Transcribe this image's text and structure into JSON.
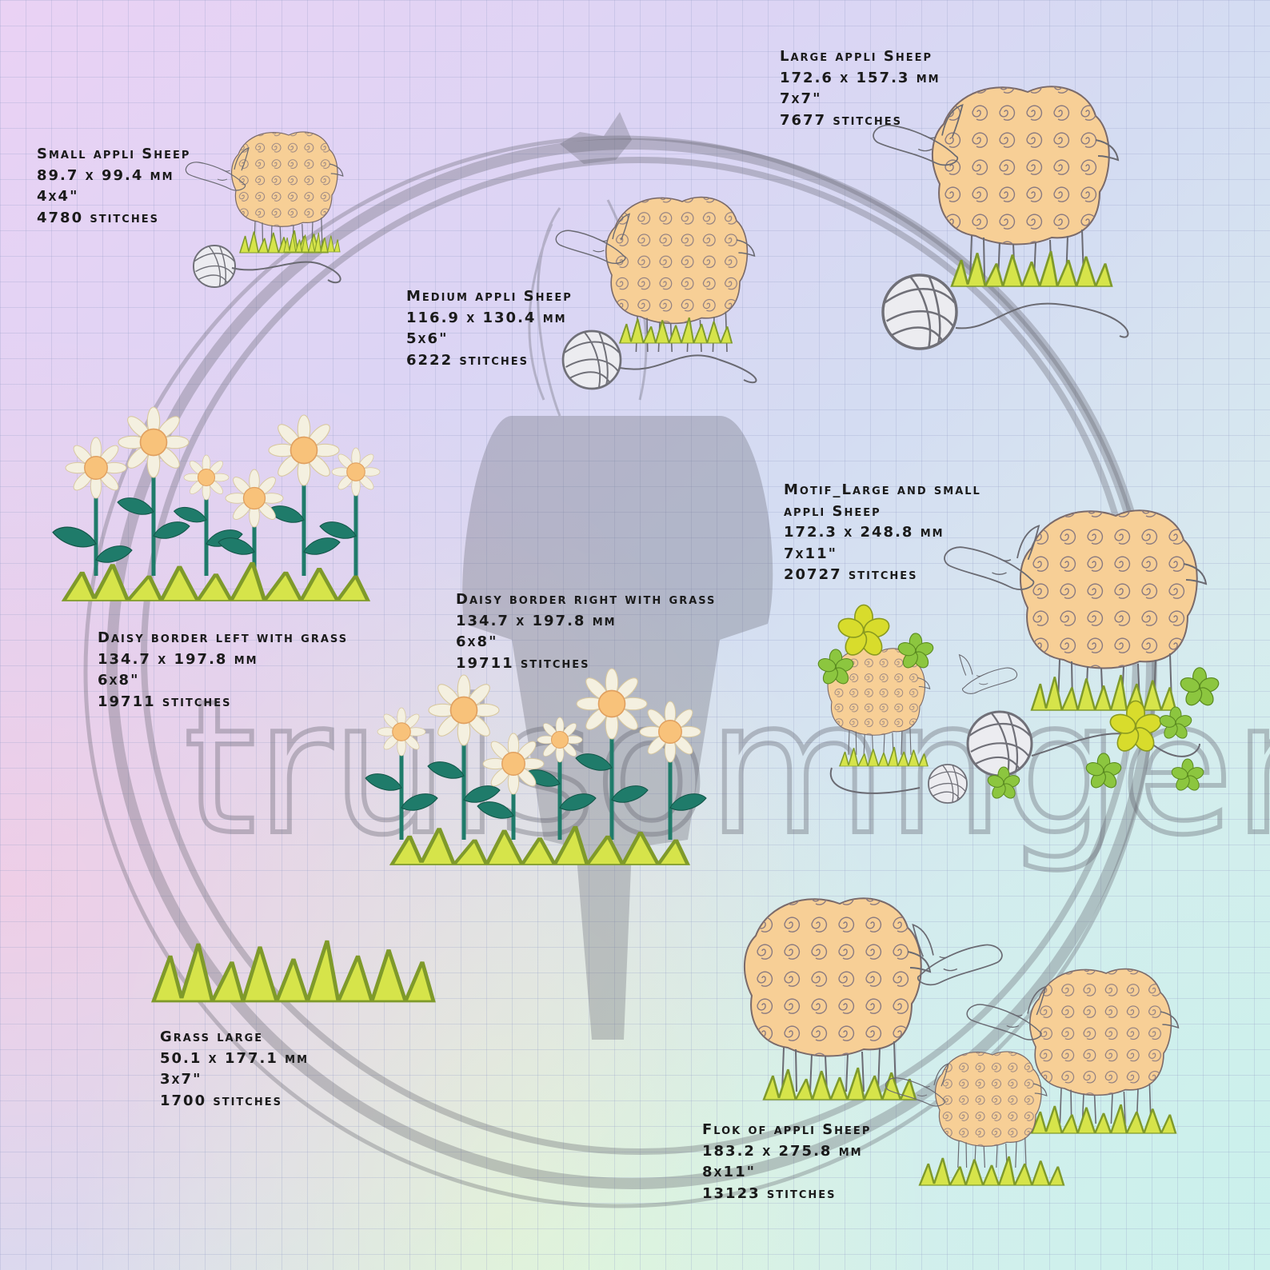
{
  "watermark": {
    "brand_text": "trulsomngen"
  },
  "designs": [
    {
      "id": "small-appli-sheep",
      "name": "Small appli Sheep",
      "size_mm": "89.7 x 99.4 mm",
      "hoop": "4x4\"",
      "stitches": "4780 stitches"
    },
    {
      "id": "medium-appli-sheep",
      "name": "Medium appli Sheep",
      "size_mm": "116.9 x 130.4 mm",
      "hoop": "5x6\"",
      "stitches": "6222 stitches"
    },
    {
      "id": "large-appli-sheep",
      "name": "Large appli Sheep",
      "size_mm": "172.6 x 157.3 mm",
      "hoop": "7x7\"",
      "stitches": "7677 stitches"
    },
    {
      "id": "daisy-border-left",
      "name": "Daisy border left with grass",
      "size_mm": "134.7 x 197.8 mm",
      "hoop": "6x8\"",
      "stitches": "19711 stitches"
    },
    {
      "id": "daisy-border-right",
      "name": "Daisy border right with grass",
      "size_mm": "134.7 x 197.8 mm",
      "hoop": "6x8\"",
      "stitches": "19711 stitches"
    },
    {
      "id": "motif-large-small",
      "name": "Motif_Large and small",
      "name_line2": "appli Sheep",
      "size_mm": "172.3 x 248.8 mm",
      "hoop": "7x11\"",
      "stitches": "20727 stitches"
    },
    {
      "id": "grass-large",
      "name": "Grass large",
      "size_mm": "50.1 x 177.1 mm",
      "hoop": "3x7\"",
      "stitches": "1700 stitches"
    },
    {
      "id": "flok-appli-sheep",
      "name": "Flok of appli Sheep",
      "size_mm": "183.2 x 275.8 mm",
      "hoop": "8x11\"",
      "stitches": "13123 stitches"
    }
  ],
  "colors": {
    "wool": "#f7cf96",
    "wool_swirl": "#8a7a80",
    "outline": "#6a6a72",
    "grass_light": "#d6e44a",
    "grass_dark": "#7f9a2a",
    "yarn": "#707078",
    "leaf": "#1f7b6a",
    "daisy_center": "#f8c27a",
    "petal": "#f4f0e0",
    "flower_green": "#8cc63f",
    "flower_yellow": "#d8dc2c"
  }
}
